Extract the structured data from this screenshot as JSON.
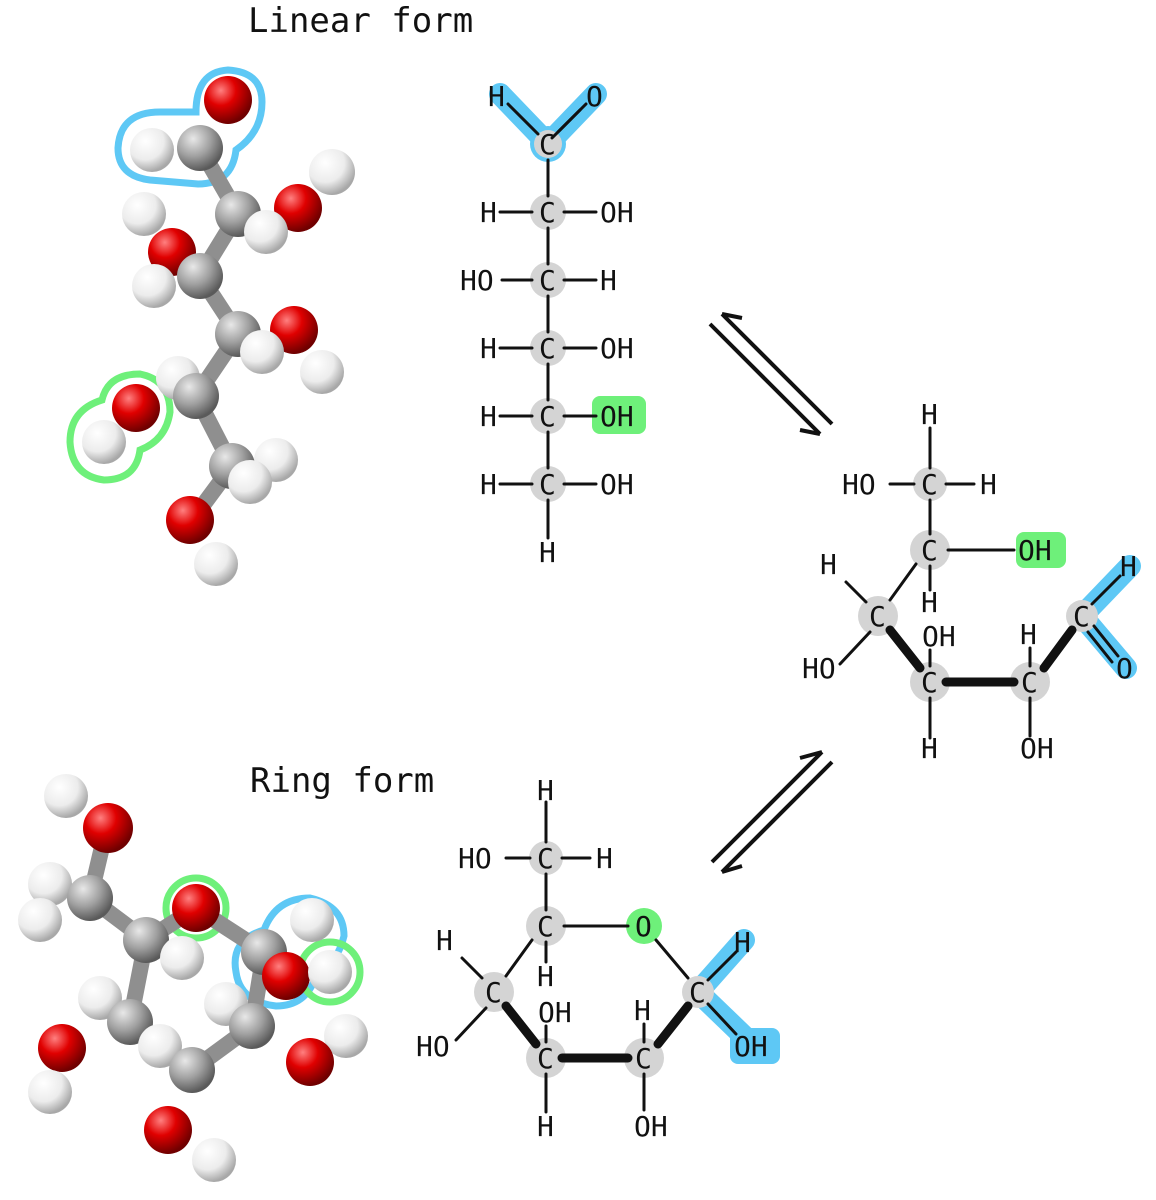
{
  "titles": {
    "linear": "Linear form",
    "ring": "Ring form"
  },
  "atoms": {
    "carbon": "C",
    "hydrogen": "H",
    "oxygen": "O",
    "hydroxyl_right": "OH",
    "hydroxyl_left": "HO"
  },
  "colors": {
    "aldehyde_highlight": "#5ec8f5",
    "hydroxyl_highlight": "#6ef07a",
    "carbon_halo": "#d4d4d4",
    "oxygen_ball": "#e00000",
    "hydrogen_ball": "#f2f2f2",
    "carbon_ball": "#a0a0a0",
    "text": "#111111"
  },
  "icons": {
    "equilibrium_top": "equilibrium-arrows-icon",
    "equilibrium_bottom": "equilibrium-arrows-icon",
    "linear_model": "ball-and-stick-model-icon",
    "ring_model": "ball-and-stick-model-icon"
  }
}
